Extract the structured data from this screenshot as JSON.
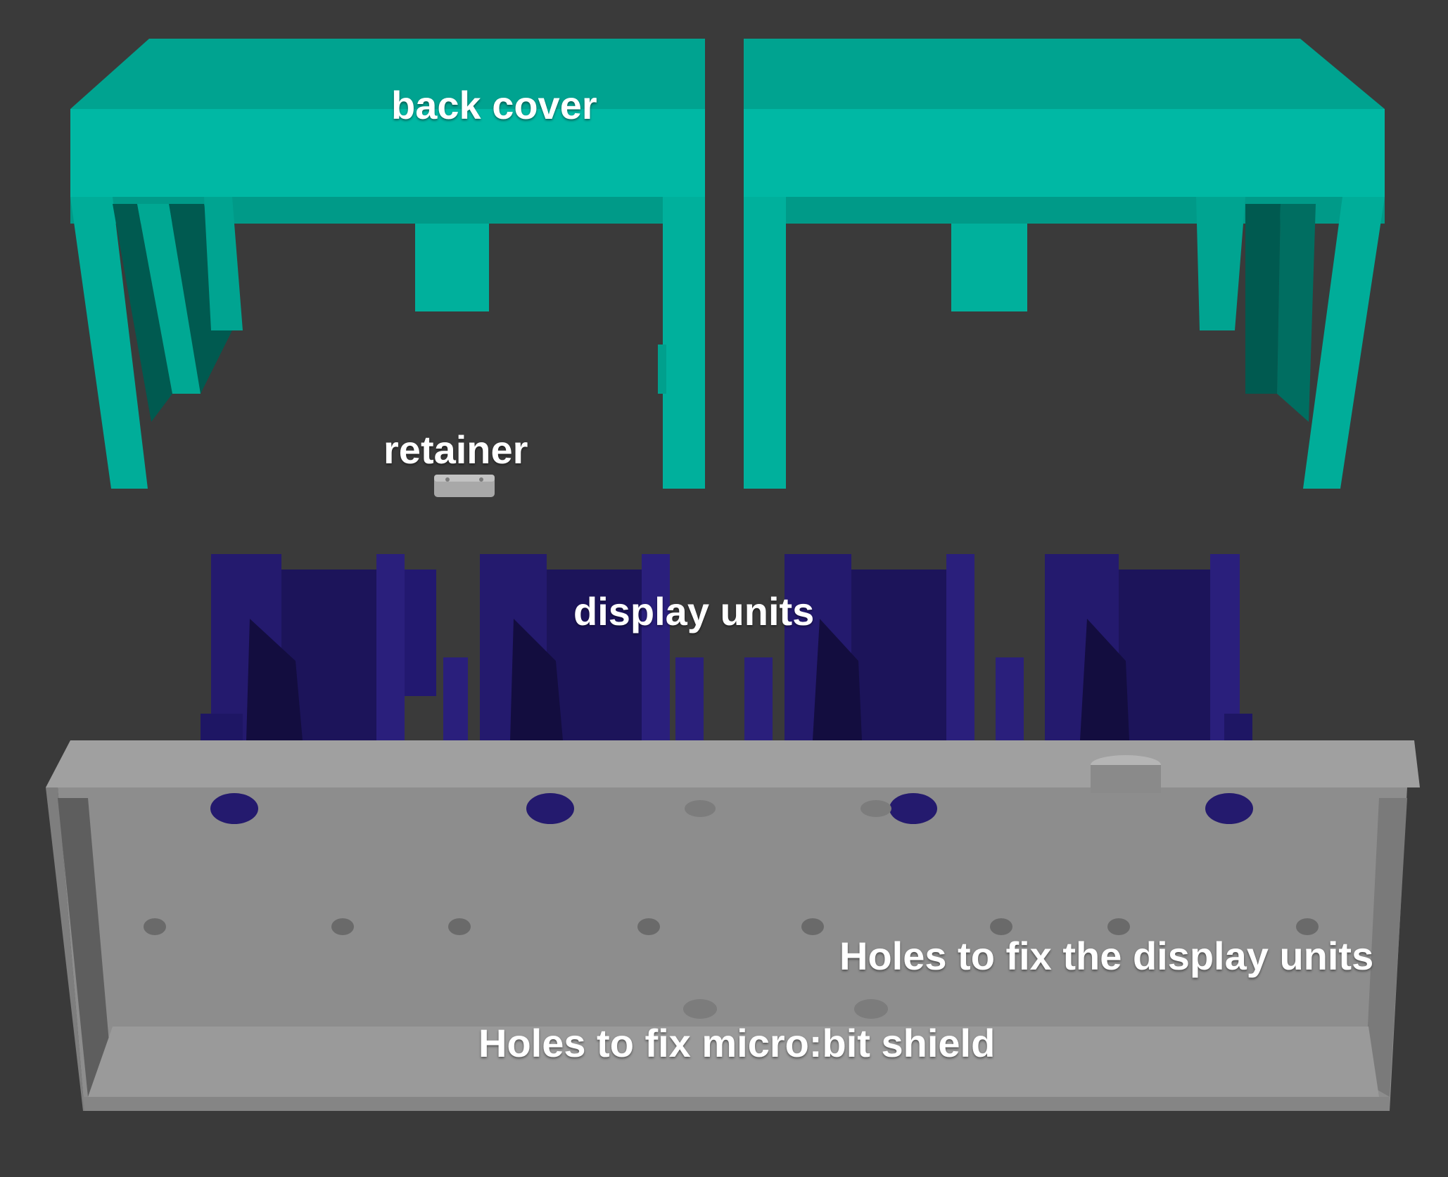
{
  "labels": {
    "back_cover": "back cover",
    "retainer": "retainer",
    "display_units": "display units",
    "holes_display_units": "Holes to fix the display units",
    "holes_microbit": "Holes to fix micro:bit shield"
  },
  "colors": {
    "background": "#3a3a3a",
    "cover_top": "#00a895",
    "cover_face": "#00b4a0",
    "cover_dark": "#00695c",
    "display_unit": "#241a6e",
    "display_dark": "#150f47",
    "base": "#8f8f8f",
    "base_light": "#a2a2a2",
    "base_dark": "#6f6f6f"
  }
}
